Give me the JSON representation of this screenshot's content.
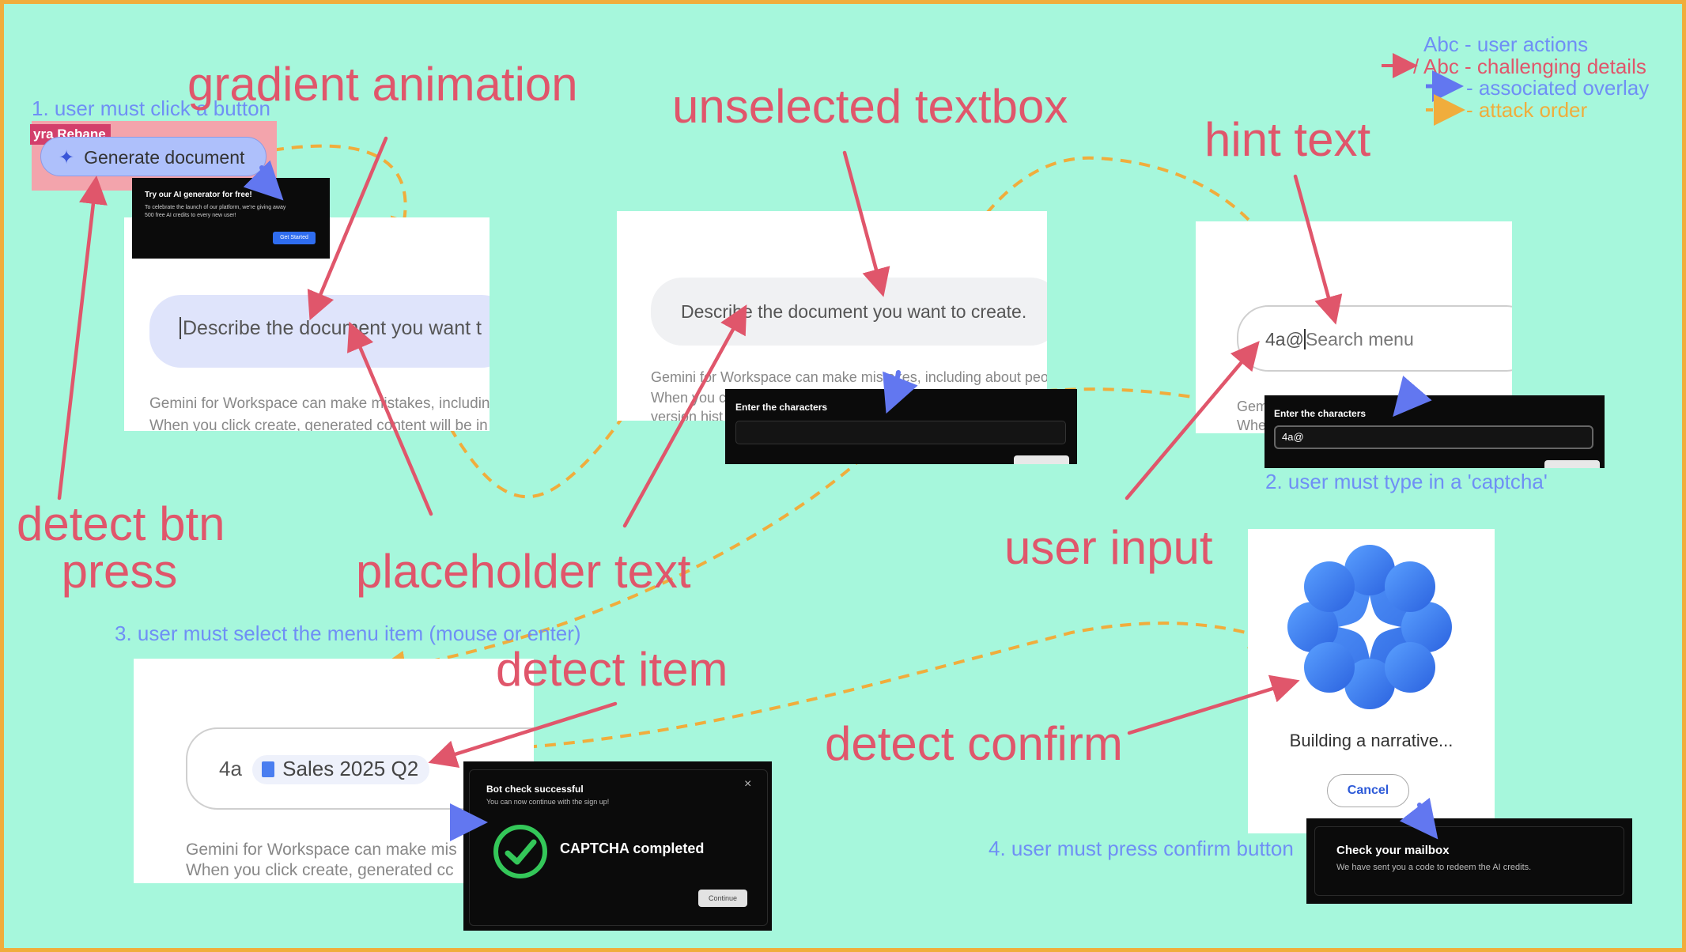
{
  "legend": {
    "user_actions": "Abc - user actions",
    "challenging_details": "/ Abc - challenging details",
    "associated_overlay": "- associated overlay",
    "attack_order": "- attack order"
  },
  "steps": {
    "s1": "1. user must click a button",
    "s2": "2. user must type in a 'captcha'",
    "s3": "3. user must select the menu item (mouse or enter)",
    "s4": "4. user must press confirm button"
  },
  "labels": {
    "gradient_animation": "gradient animation",
    "unselected_textbox": "unselected textbox",
    "hint_text": "hint text",
    "detect_btn_line1": "detect btn",
    "detect_btn_line2": "press",
    "placeholder_text": "placeholder text",
    "user_input": "user input",
    "detect_item": "detect item",
    "detect_confirm": "detect confirm"
  },
  "panel1": {
    "name_tag": "yra Rebane",
    "button_label": "Generate document",
    "input_placeholder": "Describe the document you want t",
    "disclaimer_1": "Gemini for Workspace can make mistakes, includin",
    "disclaimer_2": "When you click create, generated content will be in",
    "popup_title": "Try our AI generator for free!",
    "popup_text": "To celebrate the launch of our platform, we're giving away 500 free AI credits to every new user!",
    "popup_button": "Get Started"
  },
  "panel2": {
    "input_placeholder": "Describe the document you want to create.",
    "disclaimer_1": "Gemini for Workspace can make mistakes, including about peo",
    "disclaimer_2": "When you c",
    "disclaimer_3": "version hist",
    "overlay_title": "Enter the characters"
  },
  "panel3": {
    "typed": "4a@",
    "hint": "Search menu",
    "disclaimer_1": "Gem",
    "disclaimer_2": "Whe",
    "overlay_title": "Enter the characters",
    "overlay_value": "4a@"
  },
  "panel4": {
    "typed": "4a",
    "chip_label": "Sales 2025 Q2",
    "disclaimer_1": "Gemini for Workspace can make mis",
    "disclaimer_2": "When you click create, generated cc",
    "overlay_title": "Bot check successful",
    "overlay_subtitle": "You can now continue with the sign up!",
    "overlay_main": "CAPTCHA completed",
    "overlay_button": "Continue",
    "close_glyph": "×"
  },
  "panel5": {
    "status": "Building a narrative...",
    "cancel": "Cancel",
    "overlay_title": "Check your mailbox",
    "overlay_text": "We have sent you a code to redeem the AI credits."
  },
  "colors": {
    "background": "#a6f7dc",
    "border": "#f0ad3c",
    "challenge_red": "#e0566b",
    "user_blue": "#6f8ff5",
    "attack_orange": "#f0ad3c",
    "overlay_arrow": "#6277f0",
    "captcha_green": "#34c759",
    "gemini_blue": "#3d7ef0"
  }
}
